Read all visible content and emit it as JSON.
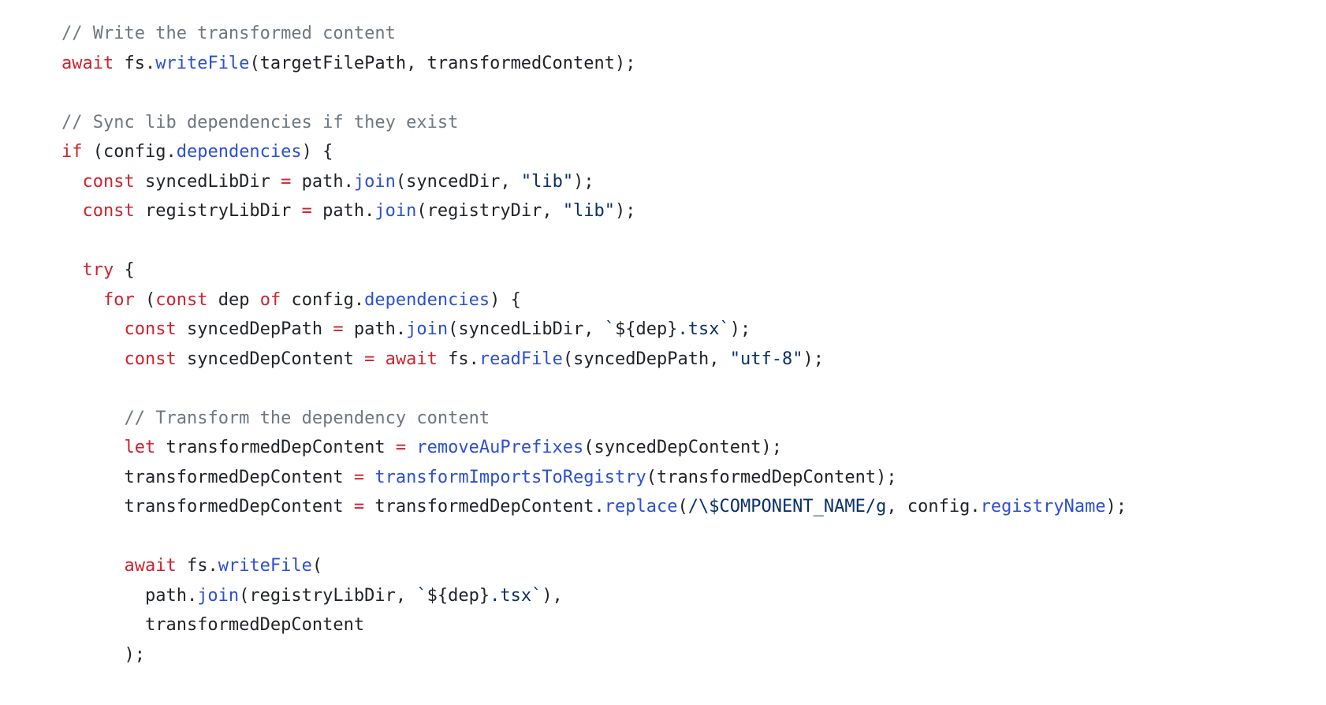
{
  "palette": {
    "plain": "#1f2328",
    "comment": "#6e7781",
    "keyword": "#cf222e",
    "func": "#2b4fd7",
    "string": "#0a3069"
  },
  "code": {
    "language": "typescript",
    "lines": [
      {
        "tokens": [
          {
            "text": "// Write the transformed content",
            "type": "comment"
          }
        ]
      },
      {
        "tokens": [
          {
            "text": "await",
            "type": "keyword"
          },
          {
            "text": " fs.",
            "type": "plain"
          },
          {
            "text": "writeFile",
            "type": "func"
          },
          {
            "text": "(targetFilePath, transformedContent);",
            "type": "plain"
          }
        ]
      },
      {
        "tokens": []
      },
      {
        "tokens": [
          {
            "text": "// Sync lib dependencies if they exist",
            "type": "comment"
          }
        ]
      },
      {
        "tokens": [
          {
            "text": "if",
            "type": "keyword"
          },
          {
            "text": " (config.",
            "type": "plain"
          },
          {
            "text": "dependencies",
            "type": "func"
          },
          {
            "text": ") {",
            "type": "plain"
          }
        ]
      },
      {
        "tokens": [
          {
            "text": "  ",
            "type": "plain"
          },
          {
            "text": "const",
            "type": "keyword"
          },
          {
            "text": " syncedLibDir ",
            "type": "plain"
          },
          {
            "text": "=",
            "type": "keyword"
          },
          {
            "text": " path.",
            "type": "plain"
          },
          {
            "text": "join",
            "type": "func"
          },
          {
            "text": "(syncedDir, ",
            "type": "plain"
          },
          {
            "text": "\"lib\"",
            "type": "string"
          },
          {
            "text": ");",
            "type": "plain"
          }
        ]
      },
      {
        "tokens": [
          {
            "text": "  ",
            "type": "plain"
          },
          {
            "text": "const",
            "type": "keyword"
          },
          {
            "text": " registryLibDir ",
            "type": "plain"
          },
          {
            "text": "=",
            "type": "keyword"
          },
          {
            "text": " path.",
            "type": "plain"
          },
          {
            "text": "join",
            "type": "func"
          },
          {
            "text": "(registryDir, ",
            "type": "plain"
          },
          {
            "text": "\"lib\"",
            "type": "string"
          },
          {
            "text": ");",
            "type": "plain"
          }
        ]
      },
      {
        "tokens": []
      },
      {
        "tokens": [
          {
            "text": "  ",
            "type": "plain"
          },
          {
            "text": "try",
            "type": "keyword"
          },
          {
            "text": " {",
            "type": "plain"
          }
        ]
      },
      {
        "tokens": [
          {
            "text": "    ",
            "type": "plain"
          },
          {
            "text": "for",
            "type": "keyword"
          },
          {
            "text": " (",
            "type": "plain"
          },
          {
            "text": "const",
            "type": "keyword"
          },
          {
            "text": " dep ",
            "type": "plain"
          },
          {
            "text": "of",
            "type": "keyword"
          },
          {
            "text": " config.",
            "type": "plain"
          },
          {
            "text": "dependencies",
            "type": "func"
          },
          {
            "text": ") {",
            "type": "plain"
          }
        ]
      },
      {
        "tokens": [
          {
            "text": "      ",
            "type": "plain"
          },
          {
            "text": "const",
            "type": "keyword"
          },
          {
            "text": " syncedDepPath ",
            "type": "plain"
          },
          {
            "text": "=",
            "type": "keyword"
          },
          {
            "text": " path.",
            "type": "plain"
          },
          {
            "text": "join",
            "type": "func"
          },
          {
            "text": "(syncedLibDir, ",
            "type": "plain"
          },
          {
            "text": "`",
            "type": "string"
          },
          {
            "text": "${dep}",
            "type": "plain"
          },
          {
            "text": ".tsx`",
            "type": "string"
          },
          {
            "text": ");",
            "type": "plain"
          }
        ]
      },
      {
        "tokens": [
          {
            "text": "      ",
            "type": "plain"
          },
          {
            "text": "const",
            "type": "keyword"
          },
          {
            "text": " syncedDepContent ",
            "type": "plain"
          },
          {
            "text": "=",
            "type": "keyword"
          },
          {
            "text": " ",
            "type": "plain"
          },
          {
            "text": "await",
            "type": "keyword"
          },
          {
            "text": " fs.",
            "type": "plain"
          },
          {
            "text": "readFile",
            "type": "func"
          },
          {
            "text": "(syncedDepPath, ",
            "type": "plain"
          },
          {
            "text": "\"utf-8\"",
            "type": "string"
          },
          {
            "text": ");",
            "type": "plain"
          }
        ]
      },
      {
        "tokens": []
      },
      {
        "tokens": [
          {
            "text": "      ",
            "type": "plain"
          },
          {
            "text": "// Transform the dependency content",
            "type": "comment"
          }
        ]
      },
      {
        "tokens": [
          {
            "text": "      ",
            "type": "plain"
          },
          {
            "text": "let",
            "type": "keyword"
          },
          {
            "text": " transformedDepContent ",
            "type": "plain"
          },
          {
            "text": "=",
            "type": "keyword"
          },
          {
            "text": " ",
            "type": "plain"
          },
          {
            "text": "removeAuPrefixes",
            "type": "func"
          },
          {
            "text": "(syncedDepContent);",
            "type": "plain"
          }
        ]
      },
      {
        "tokens": [
          {
            "text": "      transformedDepContent ",
            "type": "plain"
          },
          {
            "text": "=",
            "type": "keyword"
          },
          {
            "text": " ",
            "type": "plain"
          },
          {
            "text": "transformImportsToRegistry",
            "type": "func"
          },
          {
            "text": "(transformedDepContent);",
            "type": "plain"
          }
        ]
      },
      {
        "tokens": [
          {
            "text": "      transformedDepContent ",
            "type": "plain"
          },
          {
            "text": "=",
            "type": "keyword"
          },
          {
            "text": " transformedDepContent.",
            "type": "plain"
          },
          {
            "text": "replace",
            "type": "func"
          },
          {
            "text": "(",
            "type": "plain"
          },
          {
            "text": "/\\$COMPONENT_NAME/g",
            "type": "string"
          },
          {
            "text": ", config.",
            "type": "plain"
          },
          {
            "text": "registryName",
            "type": "func"
          },
          {
            "text": ");",
            "type": "plain"
          }
        ]
      },
      {
        "tokens": []
      },
      {
        "tokens": [
          {
            "text": "      ",
            "type": "plain"
          },
          {
            "text": "await",
            "type": "keyword"
          },
          {
            "text": " fs.",
            "type": "plain"
          },
          {
            "text": "writeFile",
            "type": "func"
          },
          {
            "text": "(",
            "type": "plain"
          }
        ]
      },
      {
        "tokens": [
          {
            "text": "        path.",
            "type": "plain"
          },
          {
            "text": "join",
            "type": "func"
          },
          {
            "text": "(registryLibDir, ",
            "type": "plain"
          },
          {
            "text": "`",
            "type": "string"
          },
          {
            "text": "${dep}",
            "type": "plain"
          },
          {
            "text": ".tsx`",
            "type": "string"
          },
          {
            "text": "),",
            "type": "plain"
          }
        ]
      },
      {
        "tokens": [
          {
            "text": "        transformedDepContent",
            "type": "plain"
          }
        ]
      },
      {
        "tokens": [
          {
            "text": "      );",
            "type": "plain"
          }
        ]
      }
    ]
  }
}
